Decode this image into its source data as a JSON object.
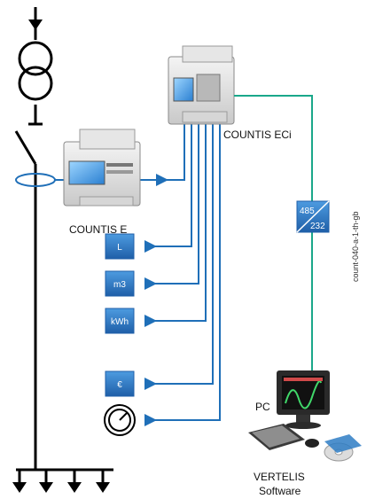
{
  "labels": {
    "countis_ec": "COUNTIS ECi",
    "countis_e": "COUNTIS E",
    "pc": "PC",
    "vertelis_line1": "VERTELIS",
    "vertelis_line2": "Software",
    "converter_top": "485",
    "converter_bottom": "232",
    "side_ref": "count-040-a-1-th-gb"
  },
  "inputs": [
    {
      "label": "L"
    },
    {
      "label": "m3"
    },
    {
      "label": "kWh"
    },
    {
      "label": "€"
    }
  ],
  "colors": {
    "bus_blue": "#1f6fb8",
    "rs485_green": "#1aa88a",
    "box_blue": "#2e7cc4",
    "box_blue_light": "#4d9be0",
    "line_black": "#000000"
  },
  "icons": [
    "transformer-icon",
    "switch-icon",
    "current-transformer-icon",
    "gauge-icon",
    "load-arrow-icon",
    "pc-icon",
    "cd-icon"
  ]
}
